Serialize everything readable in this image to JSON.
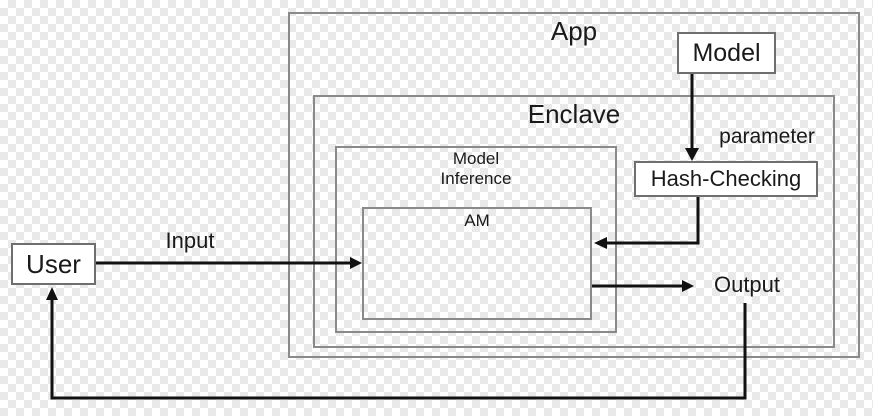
{
  "diagram": {
    "type": "architecture-flow",
    "nodes": {
      "app": {
        "label": "App",
        "kind": "container"
      },
      "enclave": {
        "label": "Enclave",
        "kind": "container"
      },
      "model_inference": {
        "label_line1": "Model",
        "label_line2": "Inference",
        "kind": "container"
      },
      "am": {
        "label": "AM",
        "kind": "container"
      },
      "model": {
        "label": "Model",
        "kind": "box"
      },
      "hash_checking": {
        "label": "Hash-Checking",
        "kind": "box"
      },
      "user": {
        "label": "User",
        "kind": "box"
      }
    },
    "edge_labels": {
      "input": "Input",
      "output": "Output",
      "parameter": "parameter"
    },
    "edges": [
      {
        "from": "Model",
        "to": "Hash-Checking",
        "label": "parameter"
      },
      {
        "from": "Hash-Checking",
        "to": "AM",
        "label": ""
      },
      {
        "from": "User",
        "to": "AM",
        "label": "Input"
      },
      {
        "from": "AM",
        "to": "Output",
        "label": "Output"
      },
      {
        "from": "Output",
        "to": "User",
        "label": ""
      }
    ],
    "colors": {
      "container_border": "#8a8a8a",
      "box_border": "#6f6f6f",
      "arrow": "#111111",
      "text": "#1a1a1a",
      "box_fill": "#ffffff",
      "checker": "#e9e9e9"
    }
  }
}
